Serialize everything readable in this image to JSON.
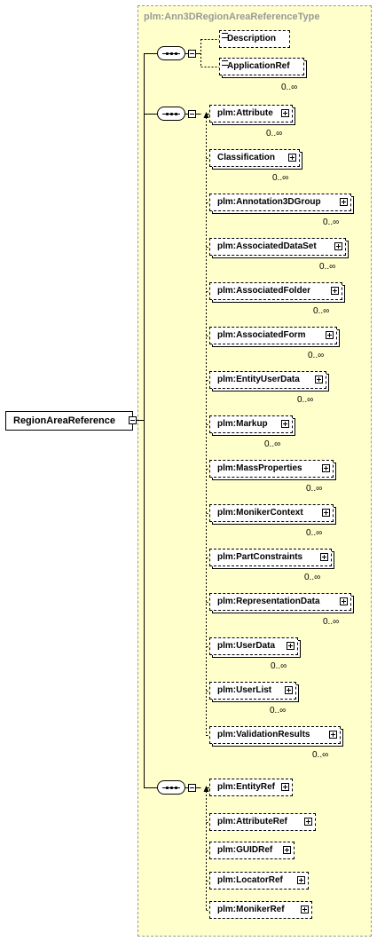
{
  "diagram": {
    "type_name": "plm:Ann3DRegionAreaReferenceType",
    "root": {
      "label": "RegionAreaReference"
    },
    "group1": {
      "items": [
        {
          "label": "Description",
          "card": ""
        },
        {
          "label": "ApplicationRef",
          "card": "0..∞"
        }
      ]
    },
    "group2": {
      "items": [
        {
          "label": "plm:Attribute",
          "card": "0..∞"
        },
        {
          "label": "Classification",
          "card": "0..∞"
        },
        {
          "label": "plm:Annotation3DGroup",
          "card": "0..∞"
        },
        {
          "label": "plm:AssociatedDataSet",
          "card": "0..∞"
        },
        {
          "label": "plm:AssociatedFolder",
          "card": "0..∞"
        },
        {
          "label": "plm:AssociatedForm",
          "card": "0..∞"
        },
        {
          "label": "plm:EntityUserData",
          "card": "0..∞"
        },
        {
          "label": "plm:Markup",
          "card": "0..∞"
        },
        {
          "label": "plm:MassProperties",
          "card": "0..∞"
        },
        {
          "label": "plm:MonikerContext",
          "card": "0..∞"
        },
        {
          "label": "plm:PartConstraints",
          "card": "0..∞"
        },
        {
          "label": "plm:RepresentationData",
          "card": "0..∞"
        },
        {
          "label": "plm:UserData",
          "card": "0..∞"
        },
        {
          "label": "plm:UserList",
          "card": "0..∞"
        },
        {
          "label": "plm:ValidationResults",
          "card": "0..∞"
        }
      ]
    },
    "group3": {
      "items": [
        {
          "label": "plm:EntityRef",
          "card": ""
        },
        {
          "label": "plm:AttributeRef",
          "card": ""
        },
        {
          "label": "plm:GUIDRef",
          "card": ""
        },
        {
          "label": "plm:LocatorRef",
          "card": ""
        },
        {
          "label": "plm:MonikerRef",
          "card": ""
        }
      ]
    }
  }
}
